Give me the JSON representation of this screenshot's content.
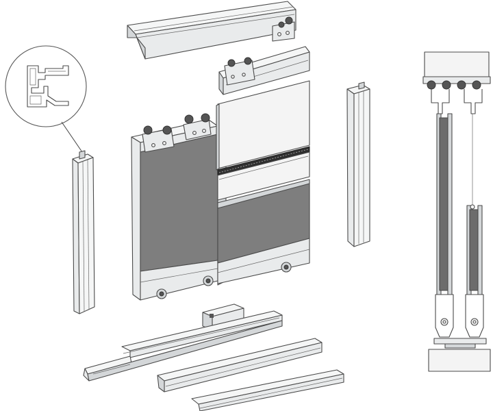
{
  "diagram": {
    "kind": "exploded-assembly-drawing",
    "colors": {
      "aluminium": "#e9ebec",
      "aluminium_shade": "#d4d7d9",
      "panel_dark": "#7e7e7e",
      "panel_white": "#f4f4f4",
      "outline": "#4a4a4a",
      "background": "#ffffff"
    },
    "parts": [
      {
        "id": "top-track",
        "icon": "channel-profile"
      },
      {
        "id": "top-roller-bracket",
        "icon": "roller-bracket"
      },
      {
        "id": "door-panel-assembled",
        "icon": "door-panel"
      },
      {
        "id": "door-panel-exploded",
        "icon": "door-panel"
      },
      {
        "id": "side-profile-left",
        "icon": "vertical-profile"
      },
      {
        "id": "side-profile-right",
        "icon": "vertical-profile"
      },
      {
        "id": "profile-detail-callout",
        "icon": "magnifier-circle"
      },
      {
        "id": "bottom-stopper",
        "icon": "stopper-block"
      },
      {
        "id": "bottom-track-upper",
        "icon": "rail-profile"
      },
      {
        "id": "bottom-track-lower",
        "icon": "rail-profile"
      },
      {
        "id": "section-view",
        "icon": "cross-section"
      }
    ]
  }
}
